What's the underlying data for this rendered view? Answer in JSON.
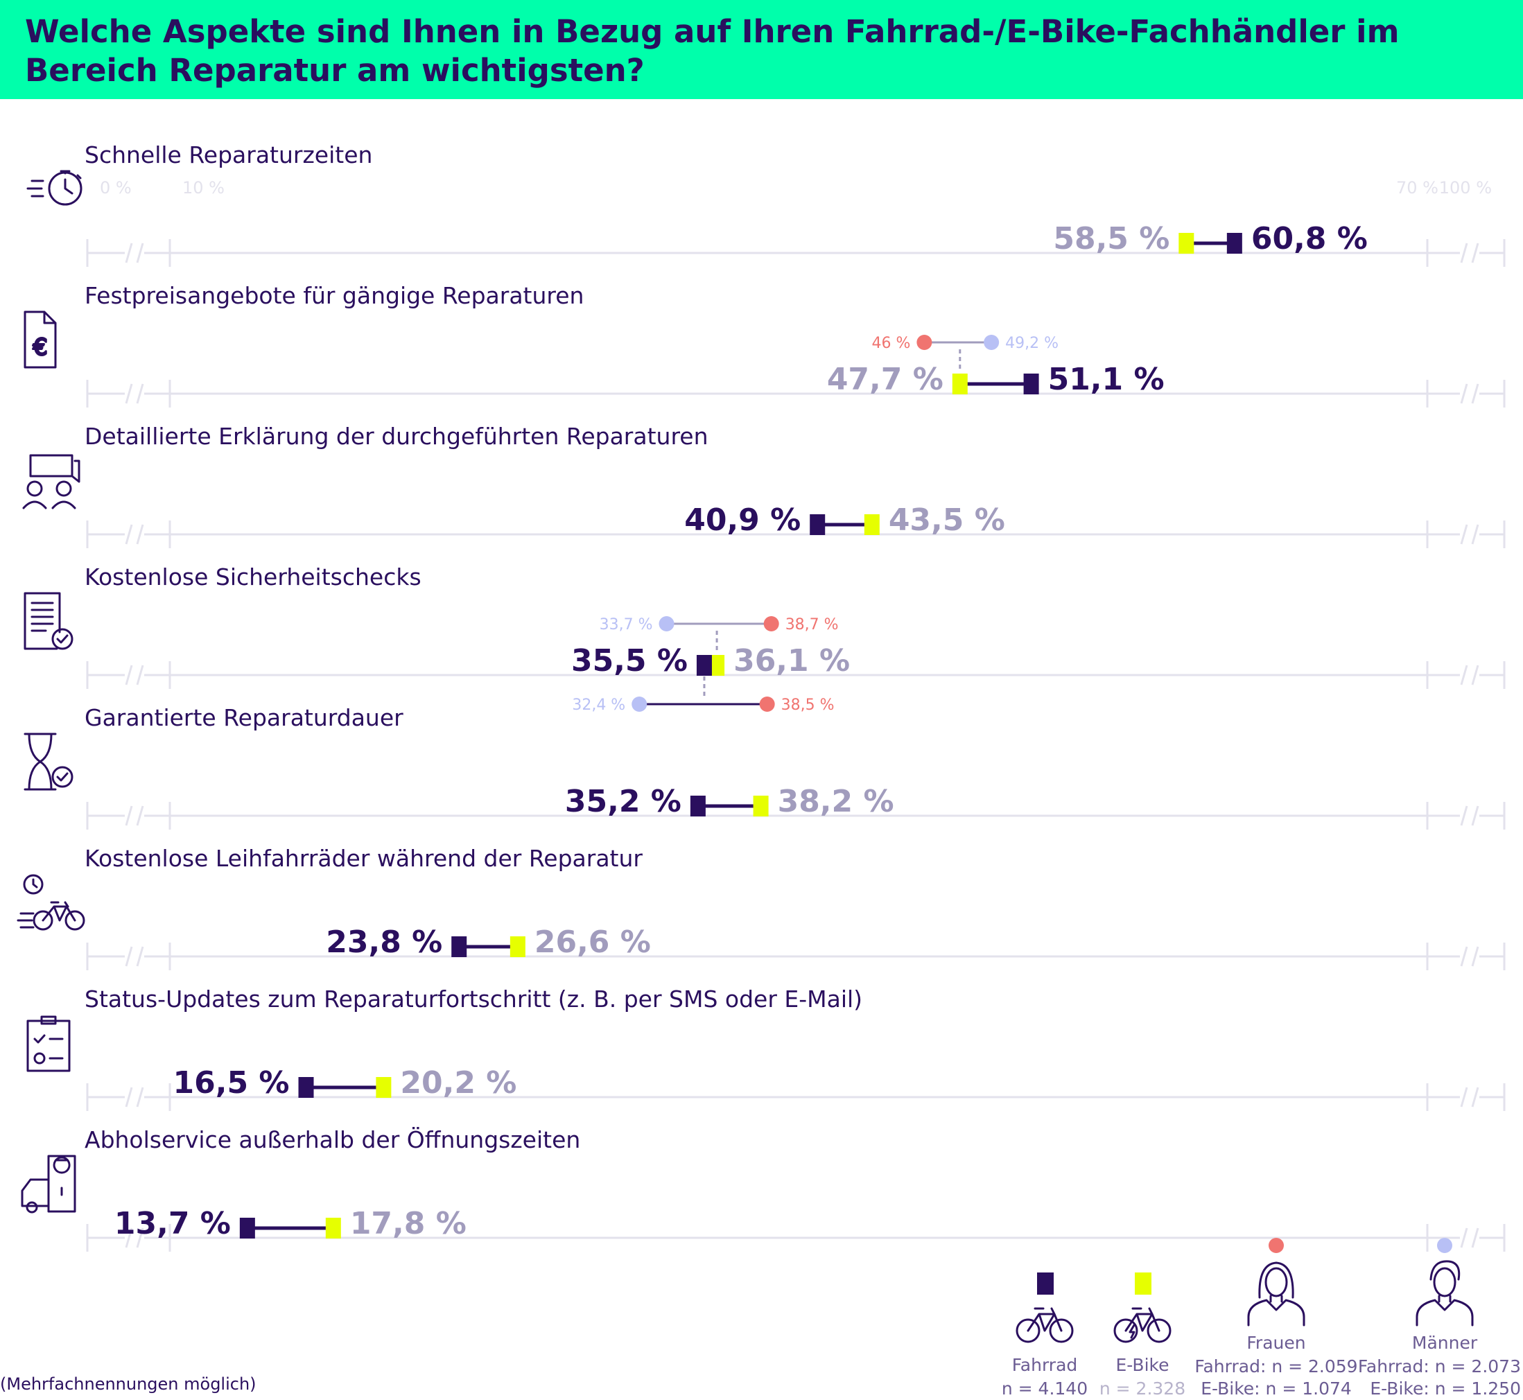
{
  "title": "Welche Aspekte sind Ihnen in Bezug auf Ihren Fahrrad-/E-Bike-Fachhändler im Bereich Reparatur am wichtigsten?",
  "footnote": "(Mehrfachnennungen möglich)",
  "colors": {
    "header": "#00ffab",
    "fahrrad": "#2a0f5e",
    "ebike": "#e6ff00",
    "frauen": "#f07470",
    "maenner": "#b8c0f5",
    "axis": "#e3e2ec",
    "ebike_text": "#a19cbd"
  },
  "chart_data": {
    "type": "dumbbell",
    "axis": {
      "breaks": true,
      "tick_labels": [
        "0 %",
        "10 %",
        "70 %",
        "100 %"
      ],
      "linear_range": [
        10,
        70
      ]
    },
    "series": [
      {
        "name": "Fahrrad",
        "n_label": "n = 4.140"
      },
      {
        "name": "E-Bike",
        "n_label": "n = 2.328"
      },
      {
        "name": "Frauen",
        "n_labels": [
          "Fahrrad: n = 2.059",
          "E-Bike: n = 1.074"
        ]
      },
      {
        "name": "Männer",
        "n_labels": [
          "Fahrrad: n = 2.073",
          "E-Bike: n = 1.250"
        ]
      }
    ],
    "categories": [
      {
        "label": "Schnelle Reparaturzeiten",
        "icon": "stopwatch-icon",
        "fahrrad": 60.8,
        "fahrrad_label": "60,8 %",
        "ebike": 58.5,
        "ebike_label": "58,5 %"
      },
      {
        "label": "Festpreisangebote für gängige Reparaturen",
        "icon": "price-document-icon",
        "fahrrad": 51.1,
        "fahrrad_label": "51,1 %",
        "ebike": 47.7,
        "ebike_label": "47,7 %",
        "gender_above": {
          "attach": "ebike",
          "frauen": 46,
          "frauen_label": "46 %",
          "maenner": 49.2,
          "maenner_label": "49,2 %"
        }
      },
      {
        "label": "Detaillierte Erklärung der durchgeführten Reparaturen",
        "icon": "consultation-icon",
        "fahrrad": 40.9,
        "fahrrad_label": "40,9 %",
        "ebike": 43.5,
        "ebike_label": "43,5 %"
      },
      {
        "label": "Kostenlose Sicherheitschecks",
        "icon": "checklist-document-icon",
        "fahrrad": 35.5,
        "fahrrad_label": "35,5 %",
        "ebike": 36.1,
        "ebike_label": "36,1 %",
        "gender_above": {
          "attach": "ebike",
          "frauen": 38.7,
          "frauen_label": "38,7 %",
          "maenner": 33.7,
          "maenner_label": "33,7 %"
        },
        "gender_below": {
          "attach": "fahrrad",
          "frauen": 38.5,
          "frauen_label": "38,5 %",
          "maenner": 32.4,
          "maenner_label": "32,4 %"
        }
      },
      {
        "label": "Garantierte Reparaturdauer",
        "icon": "hourglass-check-icon",
        "fahrrad": 35.2,
        "fahrrad_label": "35,2 %",
        "ebike": 38.2,
        "ebike_label": "38,2 %"
      },
      {
        "label": "Kostenlose Leihfahrräder während der Reparatur",
        "icon": "bike-clock-icon",
        "fahrrad": 23.8,
        "fahrrad_label": "23,8 %",
        "ebike": 26.6,
        "ebike_label": "26,6 %"
      },
      {
        "label": "Status-Updates zum Reparaturfortschritt (z. B. per SMS oder E-Mail)",
        "icon": "clipboard-icon",
        "fahrrad": 16.5,
        "fahrrad_label": "16,5 %",
        "ebike": 20.2,
        "ebike_label": "20,2 %"
      },
      {
        "label": "Abholservice außerhalb der Öffnungszeiten",
        "icon": "delivery-icon",
        "fahrrad": 13.7,
        "fahrrad_label": "13,7 %",
        "ebike": 17.8,
        "ebike_label": "17,8 %"
      }
    ]
  }
}
